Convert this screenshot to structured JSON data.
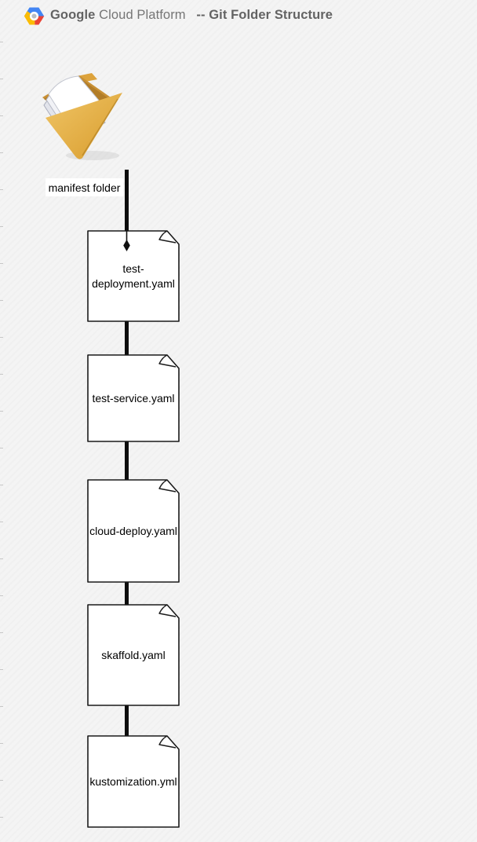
{
  "header": {
    "brand_bold": "Google",
    "brand_regular": "Cloud Platform",
    "title": "-- Git Folder Structure"
  },
  "diagram": {
    "folder": {
      "label": "manifest folder",
      "icon": "open-folder-with-documents-icon"
    },
    "files": [
      {
        "label": "test-deployment.yaml"
      },
      {
        "label": "test-service.yaml"
      },
      {
        "label": "cloud-deploy.yaml"
      },
      {
        "label": "skaffold.yaml"
      },
      {
        "label": "kustomization.yml"
      }
    ]
  },
  "colors": {
    "background": "#f4f4f4",
    "connector": "#0d0d0d",
    "node_fill": "#ffffff",
    "node_stroke": "#1a1a1a",
    "header_text": "#6b6b6b",
    "logo_blue": "#4285f4",
    "logo_red": "#ea4335",
    "logo_yellow": "#fbbc05",
    "folder_front": "#e4ab45",
    "folder_back": "#c89035"
  }
}
